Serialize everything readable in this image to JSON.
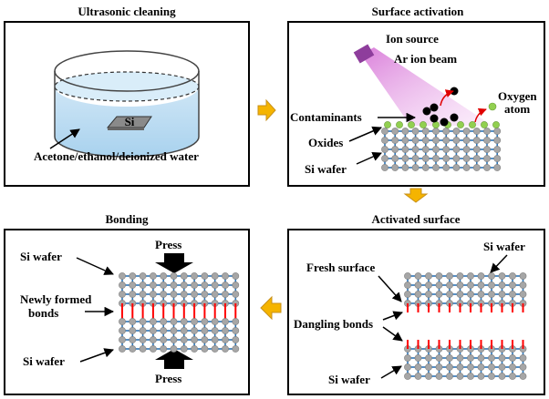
{
  "panels": {
    "ultrasonic": {
      "title": "Ultrasonic cleaning",
      "sample_label": "Si",
      "solvent_label": "Acetone/ethanol/deionized water"
    },
    "activation": {
      "title": "Surface activation",
      "ion_source": "Ion source",
      "ion_beam": "Ar ion beam",
      "oxygen_line1": "Oxygen",
      "oxygen_line2": "atom",
      "contaminants": "Contaminants",
      "oxides": "Oxides",
      "wafer": "Si wafer"
    },
    "activated": {
      "title": "Activated surface",
      "fresh_surface": "Fresh surface",
      "dangling_bonds": "Dangling bonds",
      "wafer_top": "Si wafer",
      "wafer_bottom": "Si wafer"
    },
    "bonding": {
      "title": "Bonding",
      "wafer_top": "Si wafer",
      "press_top": "Press",
      "new_bonds_line1": "Newly formed",
      "new_bonds_line2": "bonds",
      "wafer_bottom": "Si wafer",
      "press_bottom": "Press"
    }
  },
  "colors": {
    "atom": "#a6a6a6",
    "bond": "#2e75b6",
    "new_bond": "#ff0000",
    "oxide_atom": "#92d050",
    "water": "#b4d8f0",
    "beam": "#e9a4e9",
    "source": "#8e3d9c",
    "flow_arrow": "#f5b400"
  }
}
